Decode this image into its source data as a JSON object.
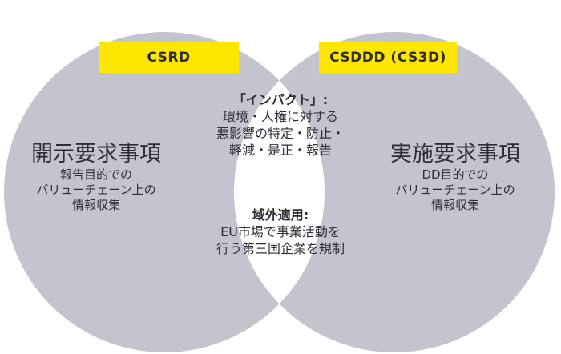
{
  "colors": {
    "circle": "#c4c4ce",
    "overlap": "#ffffff",
    "label_bg": "#ffe600",
    "text": "#2e2e38"
  },
  "left": {
    "label": "CSRD",
    "title": "開示要求事項",
    "lines": [
      "報告目的での",
      "バリューチェーン上の",
      "情報収集"
    ]
  },
  "right": {
    "label": "CSDDD (CS3D)",
    "title": "実施要求事項",
    "lines": [
      "DD目的での",
      "バリューチェーン上の",
      "情報収集"
    ]
  },
  "overlap": {
    "impact_heading": "「インパクト」:",
    "impact_lines": [
      "環境・人権に対する",
      "悪影響の特定・防止・",
      "軽減・是正・報告"
    ],
    "extra_heading": "域外適用:",
    "extra_lines": [
      "EU市場で事業活動を",
      "行う第三国企業を規制"
    ]
  }
}
